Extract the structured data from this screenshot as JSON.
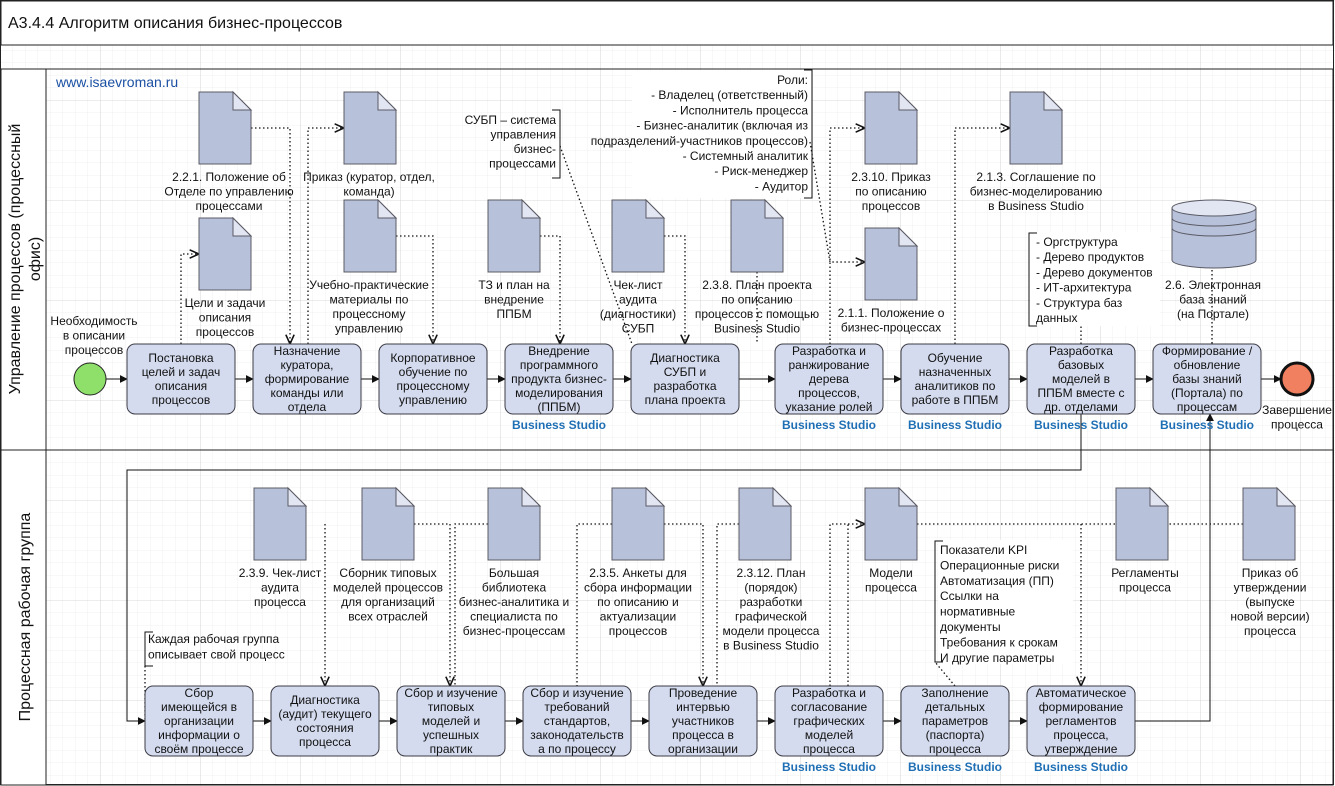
{
  "title": "А3.4.4 Алгоритм описания бизнес-процессов",
  "website": "www.isaevroman.ru",
  "tool_label": "Business Studio",
  "lanes": [
    {
      "id": "office",
      "label_lines": [
        "Управление процессов (процессный",
        "офис)"
      ]
    },
    {
      "id": "group",
      "label_lines": [
        "Процессная рабочая группа"
      ]
    }
  ],
  "colors": {
    "start": "#8ee06a",
    "end": "#f08060",
    "task": "#d4dbee",
    "document": "#b7c1d9",
    "tool_text": "#1f6fb5"
  },
  "events": {
    "start_label_lines": [
      "Необходимость",
      "в описании",
      "процессов"
    ],
    "end_label_lines": [
      "Завершение",
      "процесса"
    ]
  },
  "tasks": [
    {
      "id": "t1",
      "lines": [
        "Постановка",
        "целей и задач",
        "описания",
        "процессов"
      ],
      "tool": false
    },
    {
      "id": "t2",
      "lines": [
        "Назначение",
        "куратора,",
        "формирование",
        "команды или",
        "отдела"
      ],
      "tool": false
    },
    {
      "id": "t3",
      "lines": [
        "Корпоративное",
        "обучение по",
        "процессному",
        "управлению"
      ],
      "tool": false
    },
    {
      "id": "t4",
      "lines": [
        "Внедрение",
        "программного",
        "продукта бизнес-",
        "моделирования",
        "(ППБМ)"
      ],
      "tool": true
    },
    {
      "id": "t5",
      "lines": [
        "Диагностика",
        "СУБП и",
        "разработка",
        "плана проекта"
      ],
      "tool": false
    },
    {
      "id": "t6",
      "lines": [
        "Разработка и",
        "ранжирование",
        "дерева",
        "процессов,",
        "указание ролей"
      ],
      "tool": true
    },
    {
      "id": "t7",
      "lines": [
        "Обучение",
        "назначенных",
        "аналитиков по",
        "работе в ППБМ"
      ],
      "tool": true
    },
    {
      "id": "t8",
      "lines": [
        "Разработка",
        "базовых",
        "моделей в",
        "ППБМ вместе с",
        "др. отделами"
      ],
      "tool": true
    },
    {
      "id": "t9",
      "lines": [
        "Формирование /",
        "обновление",
        "базы знаний",
        "(Портала) по",
        "процессам"
      ],
      "tool": true
    },
    {
      "id": "g1",
      "lines": [
        "Сбор",
        "имеющейся в",
        "организации",
        "информации о",
        "своём процессе"
      ],
      "tool": false
    },
    {
      "id": "g2",
      "lines": [
        "Диагностика",
        "(аудит) текущего",
        "состояния",
        "процесса"
      ],
      "tool": false
    },
    {
      "id": "g3",
      "lines": [
        "Сбор и изучение",
        "типовых",
        "моделей и",
        "успешных",
        "практик"
      ],
      "tool": false
    },
    {
      "id": "g4",
      "lines": [
        "Сбор и изучение",
        "требований",
        "стандартов,",
        "законодательств",
        "а по процессу"
      ],
      "tool": false
    },
    {
      "id": "g5",
      "lines": [
        "Проведение",
        "интервью",
        "участников",
        "процесса в",
        "организации"
      ],
      "tool": false
    },
    {
      "id": "g6",
      "lines": [
        "Разработка и",
        "согласование",
        "графических",
        "моделей",
        "процесса"
      ],
      "tool": true
    },
    {
      "id": "g7",
      "lines": [
        "Заполнение",
        "детальных",
        "параметров",
        "(паспорта)",
        "процесса"
      ],
      "tool": true
    },
    {
      "id": "g8",
      "lines": [
        "Автоматическое",
        "формирование",
        "регламентов",
        "процесса,",
        "утверждение"
      ],
      "tool": true
    }
  ],
  "documents": [
    {
      "id": "d221",
      "lines": [
        "2.2.1. Положение об",
        "Отделе по управлению",
        "процессами"
      ]
    },
    {
      "id": "d_prikaz",
      "lines": [
        "Приказ (куратор, отдел,",
        "команда)"
      ]
    },
    {
      "id": "d_goals",
      "lines": [
        "Цели и задачи",
        "описания",
        "процессов"
      ]
    },
    {
      "id": "d_materials",
      "lines": [
        "Учебно-практические",
        "материалы по",
        "процессному",
        "управлению"
      ]
    },
    {
      "id": "d_tz",
      "lines": [
        "ТЗ и план на",
        "внедрение",
        "ППБМ"
      ]
    },
    {
      "id": "d_checklist",
      "lines": [
        "Чек-лист",
        "аудита",
        "(диагностики)",
        "СУБП"
      ]
    },
    {
      "id": "d238",
      "lines": [
        "2.3.8. План проекта",
        "по описанию",
        "процессов с помощью",
        "Business Studio"
      ]
    },
    {
      "id": "d2310",
      "lines": [
        "2.3.10. Приказ",
        "по описанию",
        "процессов"
      ]
    },
    {
      "id": "d211",
      "lines": [
        "2.1.1. Положение о",
        "бизнес-процессах"
      ]
    },
    {
      "id": "d213",
      "lines": [
        "2.1.3. Соглашение по",
        "бизнес-моделированию",
        "в Business Studio"
      ]
    },
    {
      "id": "d239",
      "lines": [
        "2.3.9. Чек-лист",
        "аудита",
        "процесса"
      ]
    },
    {
      "id": "d_collection",
      "lines": [
        "Сборник типовых",
        "моделей процессов",
        "для организаций",
        "всех отраслей"
      ]
    },
    {
      "id": "d_library",
      "lines": [
        "Большая",
        "библиотека",
        "бизнес-аналитика и",
        "специалиста по",
        "бизнес-процессам"
      ]
    },
    {
      "id": "d235",
      "lines": [
        "2.3.5. Анкеты для",
        "сбора информации",
        "по описанию и",
        "актуализации",
        "процессов"
      ]
    },
    {
      "id": "d2312",
      "lines": [
        "2.3.12. План",
        "(порядок)",
        "разработки",
        "графической",
        "модели процесса",
        "в Business Studio"
      ]
    },
    {
      "id": "d_models",
      "lines": [
        "Модели",
        "процесса"
      ]
    },
    {
      "id": "d_regl",
      "lines": [
        "Регламенты",
        "процесса"
      ]
    },
    {
      "id": "d_order",
      "lines": [
        "Приказ об",
        "утверждении",
        "(выпуске",
        "новой версии)",
        "процесса"
      ]
    }
  ],
  "database": {
    "lines": [
      "2.6. Электронная",
      "база знаний",
      "(на Портале)"
    ]
  },
  "notes": [
    {
      "id": "n_subp",
      "lines": [
        "СУБП – система",
        "управления",
        "бизнес-",
        "процессами"
      ]
    },
    {
      "id": "n_roles",
      "lines": [
        "Роли:",
        "- Владелец (ответственный)",
        "- Исполнитель процесса",
        "- Бизнес-аналитик (включая из",
        "подразделений-участников процессов)",
        "- Системный аналитик",
        "- Риск-менеджер",
        "- Аудитор"
      ]
    },
    {
      "id": "n_struct",
      "lines": [
        "- Оргструктура",
        "- Дерево продуктов",
        "- Дерево документов",
        "- ИТ-архитектура",
        "- Структура баз",
        "данных"
      ]
    },
    {
      "id": "n_group",
      "lines": [
        "Каждая рабочая группа",
        "описывает свой процесс"
      ]
    },
    {
      "id": "n_params",
      "lines": [
        "Показатели KPI",
        "Операционные риски",
        "Автоматизация (ПП)",
        "Ссылки на",
        "нормативные",
        "документы",
        "Требования к срокам",
        "И другие параметры"
      ]
    }
  ]
}
